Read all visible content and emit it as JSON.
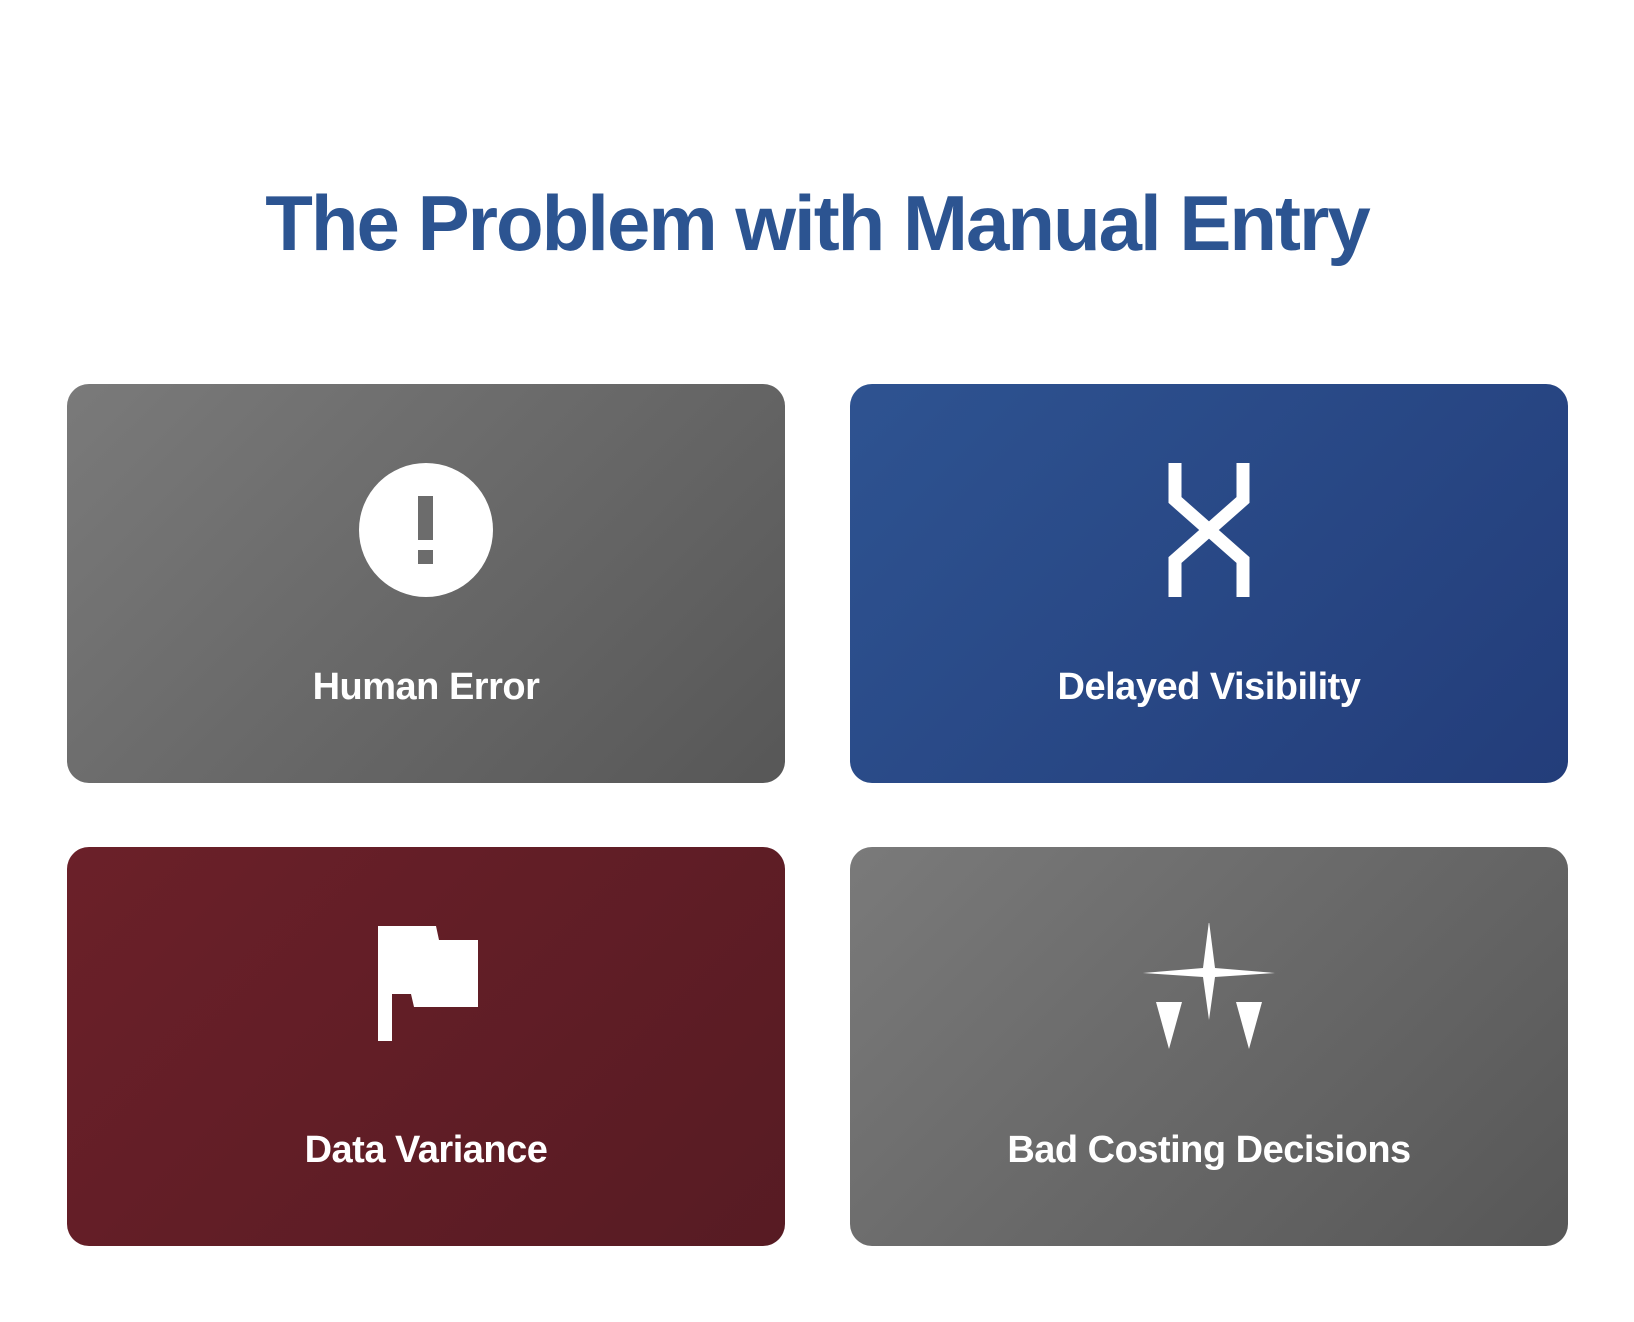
{
  "title": "The Problem with Manual Entry",
  "cards": [
    {
      "label": "Human Error",
      "icon": "exclamation-circle-icon"
    },
    {
      "label": "Delayed Visibility",
      "icon": "hourglass-icon"
    },
    {
      "label": "Data Variance",
      "icon": "flag-icon"
    },
    {
      "label": "Bad Costing Decisions",
      "icon": "sparkle-icon"
    }
  ],
  "colors": {
    "title": "#2c5491",
    "gray": "#6a6a6a",
    "blue": "#2a4a88",
    "red": "#611e26"
  }
}
